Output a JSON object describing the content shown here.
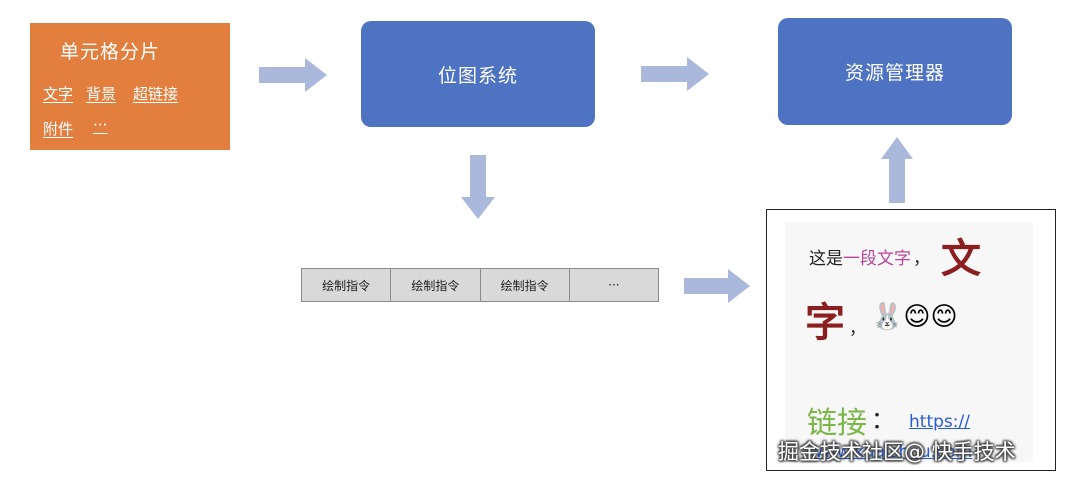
{
  "cell_fragment": {
    "title": "单元格分片",
    "links": [
      "文字",
      "背景",
      "超链接",
      "附件",
      "···"
    ]
  },
  "bitmap_system": {
    "label": "位图系统"
  },
  "resource_manager": {
    "label": "资源管理器"
  },
  "draw_commands": [
    "绘制指令",
    "绘制指令",
    "绘制指令",
    "···"
  ],
  "preview": {
    "line1_prefix": "这是",
    "line1_colored": "一段文字",
    "line1_comma": "，",
    "big_char_1": "文",
    "big_char_2": "字",
    "line2_comma": "，",
    "emoji": "🐰😊😊",
    "link_label": "链接",
    "link_colon": "：",
    "link_text": "https://",
    "link_text_2": "www.kuaishou.com"
  },
  "watermark": "掘金技术社区@ 快手技术",
  "colors": {
    "orange": "#e27f3e",
    "blue": "#4f73c3",
    "arrow": "#aab8dc",
    "big_char": "#8b1e1e",
    "colored_text": "#b5469a",
    "link_label": "#7ab648",
    "link": "#2a5bd7"
  }
}
